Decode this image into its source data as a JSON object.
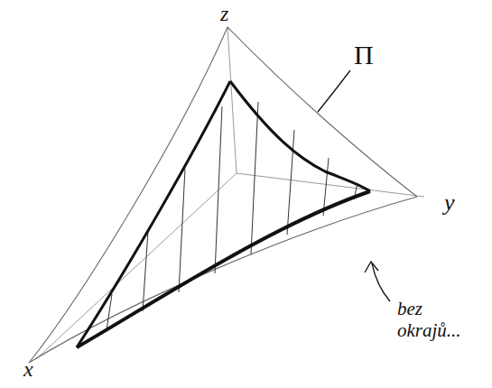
{
  "diagram": {
    "labels": [
      "z",
      "y",
      "x",
      "Π",
      "bez okrajů..."
    ]
  }
}
